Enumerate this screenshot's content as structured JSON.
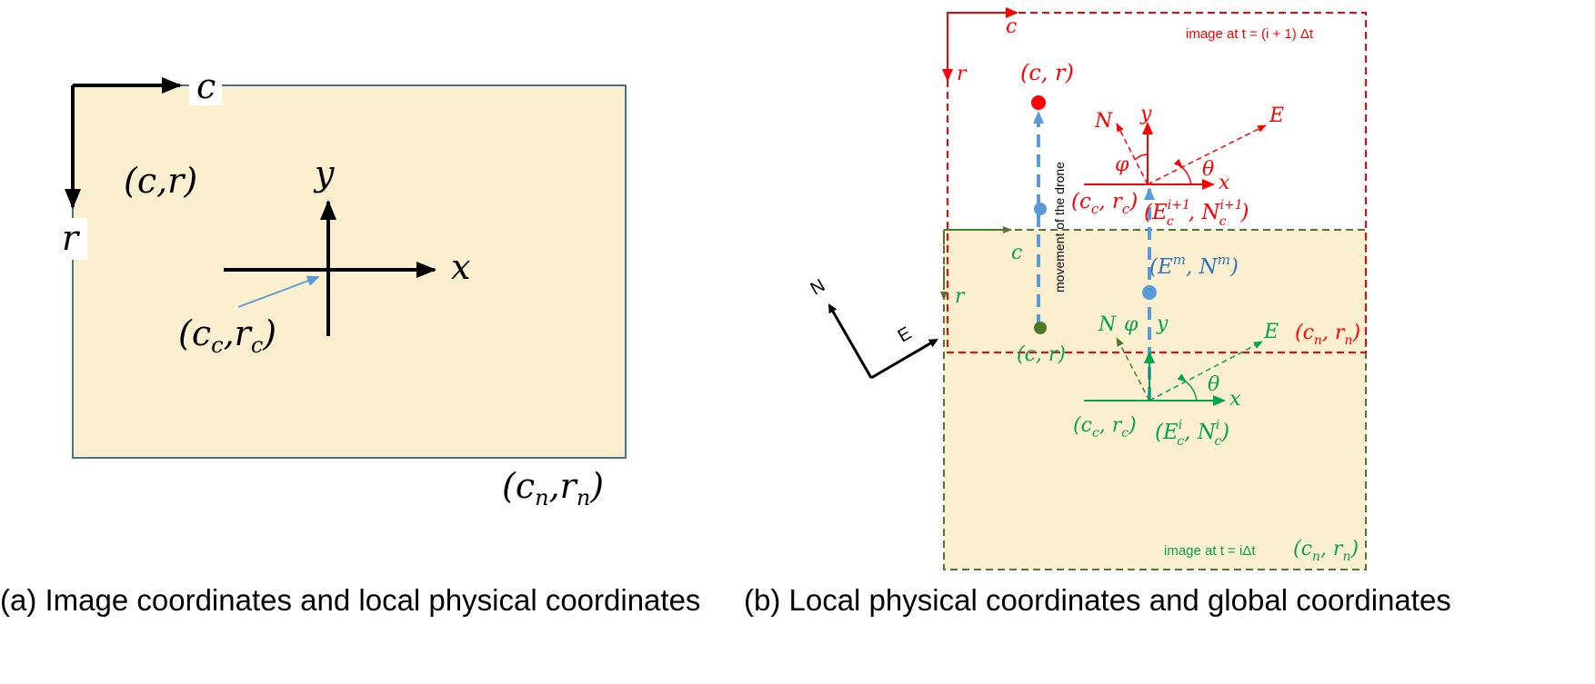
{
  "panel_a": {
    "label_c": "c",
    "label_r": "r",
    "label_cr": "(c,r)",
    "label_y": "y",
    "label_x": "x",
    "label_center": "(c",
    "label_center_sub1": "c",
    "label_center_mid": ",r",
    "label_center_sub2": "c",
    "label_center_end": ")",
    "label_corner": "(c",
    "label_corner_sub1": "n",
    "label_corner_mid": ",r",
    "label_corner_sub2": "n",
    "label_corner_end": ")",
    "caption": "(a) Image coordinates and local physical coordinates"
  },
  "panel_b": {
    "red_image_label": "image at t = (i + 1) Δt",
    "green_image_label": "image at t = iΔt",
    "red_c": "c",
    "red_r": "r",
    "red_cr": "(c, r)",
    "red_N": "N",
    "red_E": "E",
    "red_y": "y",
    "red_x": "x",
    "red_phi": "φ",
    "red_theta": "θ",
    "red_center": "(c",
    "red_center_sub1": "c",
    "red_center_mid": ", r",
    "red_center_sub2": "c",
    "red_center_end": ")",
    "red_global": "(E",
    "red_global_sup1": "i+1",
    "red_global_sub1": "c",
    "red_global_mid": ", N",
    "red_global_sup2": "i+1",
    "red_global_sub2": "c",
    "red_global_end": ")",
    "red_corner": "(c",
    "red_corner_sub1": "n",
    "red_corner_mid": ", r",
    "red_corner_sub2": "n",
    "red_corner_end": ")",
    "drone_movement": "movement of the drone",
    "blue_em": "(E",
    "blue_em_sup1": "m",
    "blue_em_mid": ", N",
    "blue_em_sup2": "m",
    "blue_em_end": ")",
    "green_c": "c",
    "green_r": "r",
    "green_cr": "(c, r)",
    "green_N": "N",
    "green_E": "E",
    "green_y": "y",
    "green_x": "x",
    "green_phi": "φ",
    "green_theta": "θ",
    "green_center": "(c",
    "green_center_sub1": "c",
    "green_center_mid": ", r",
    "green_center_sub2": "c",
    "green_center_end": ")",
    "green_global": "(E",
    "green_global_sup1": "i",
    "green_global_sub1": "c",
    "green_global_mid": ", N",
    "green_global_sup2": "i",
    "green_global_sub2": "c",
    "green_global_end": ")",
    "green_corner": "(c",
    "green_corner_sub1": "n",
    "green_corner_mid": ", r",
    "green_corner_sub2": "n",
    "green_corner_end": ")",
    "compass_N": "N",
    "compass_E": "E",
    "caption": "(b) Local physical coordinates and global coordinates"
  },
  "colors": {
    "image_fill": "#fcefcf",
    "black": "#000000",
    "red": "#ff0000",
    "green": "#00a550",
    "dark_green": "#4d7a2a",
    "blue": "#5b9bd5",
    "frame_blue": "#41719c"
  }
}
